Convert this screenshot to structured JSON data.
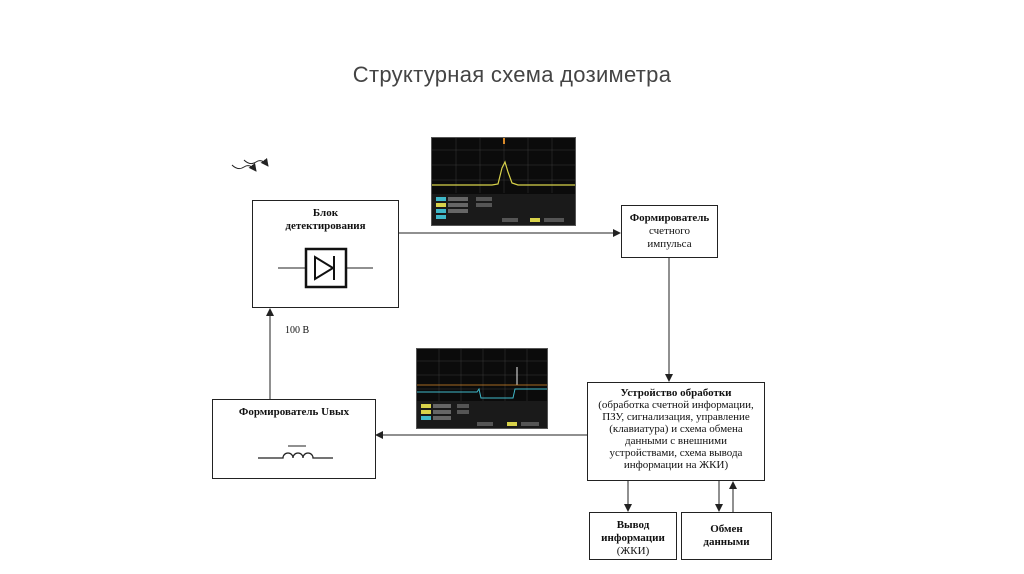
{
  "title": "Структурная схема дозиметра",
  "blocks": {
    "detect": {
      "line1": "Блок",
      "line2": "детектирования"
    },
    "shaper": {
      "bold": "Формирователь",
      "line2": "счетного",
      "line3": "импульса"
    },
    "processor": {
      "bold": "Устройство обработки",
      "lines": [
        "(обработка счетной информации,",
        "ПЗУ, сигнализация, управление",
        "(клавиатура) и схема обмена",
        "данными с внешними",
        "устройствами, схема вывода",
        "информации на ЖКИ)"
      ]
    },
    "uout": {
      "label": "Формирователь Uвых"
    },
    "display": {
      "line1": "Вывод",
      "line2": "информации",
      "line3": "(ЖКИ)"
    },
    "exchange": {
      "line1": "Обмен",
      "line2": "данными"
    }
  },
  "voltage_label": "100 В",
  "colors": {
    "trace": "#d8d24a",
    "screen": "#0b0b0b",
    "grid": "#3a3a3a",
    "accent": "#d98a2a"
  }
}
